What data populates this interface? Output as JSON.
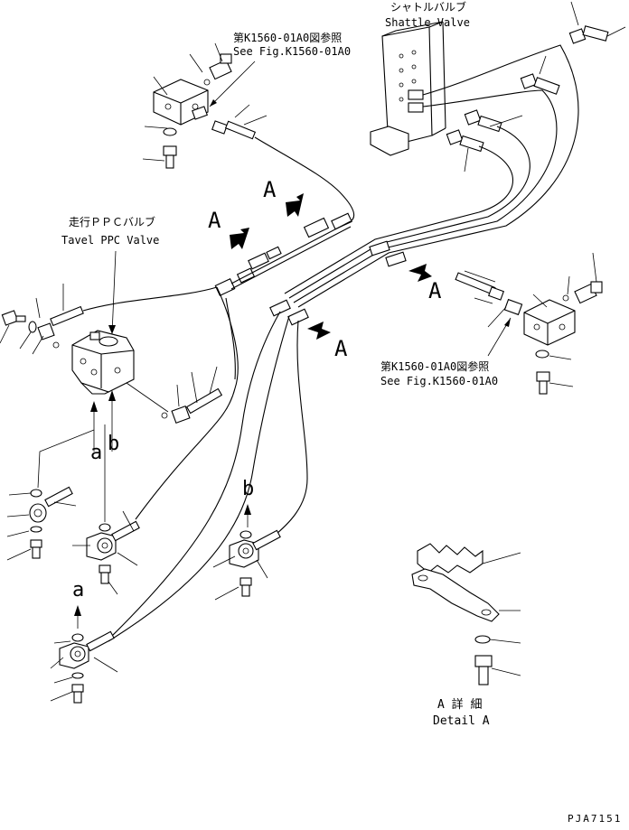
{
  "labels": {
    "shuttle_valve_jp": "シャトルバルブ",
    "shuttle_valve_en": "Shattle Valve",
    "ref_top_jp": "第K1560-01A0図参照",
    "ref_top_en": "See Fig.K1560-01A0",
    "ref_right_jp": "第K1560-01A0図参照",
    "ref_right_en": "See Fig.K1560-01A0",
    "travel_ppc_jp": "走行ＰＰＣバルブ",
    "travel_ppc_en": "Tavel PPC Valve",
    "arrow_a": "A",
    "port_a": "a",
    "port_b": "b",
    "detail_jp": "A 詳 細",
    "detail_en": "Detail A",
    "drawing_no": "PJA7151"
  },
  "colors": {
    "ink": "#000000",
    "paper": "#ffffff"
  }
}
